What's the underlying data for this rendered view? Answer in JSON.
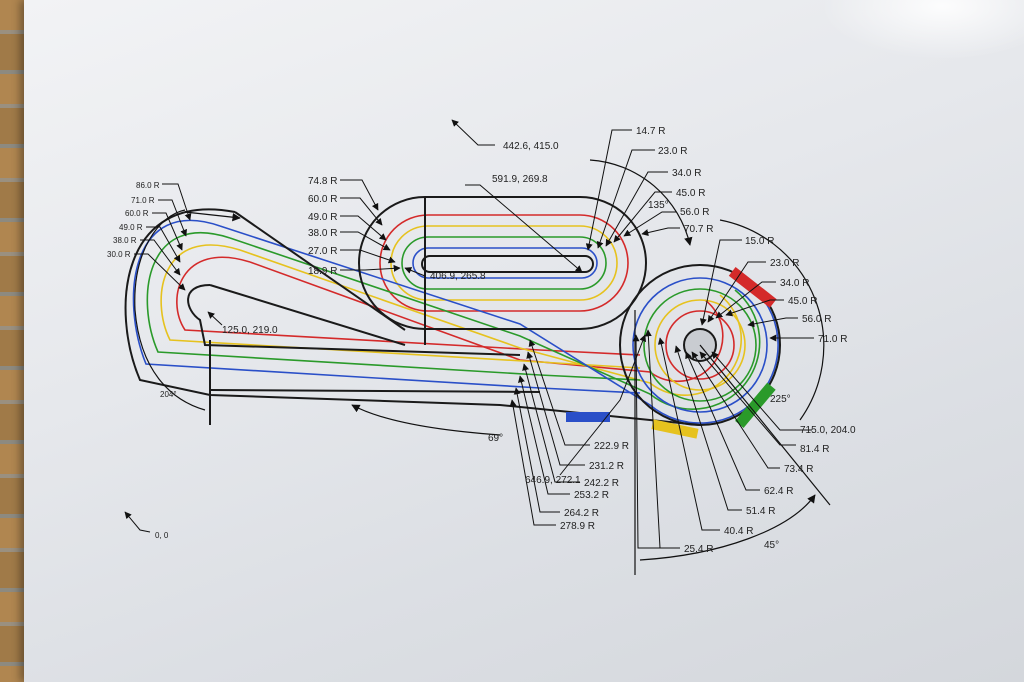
{
  "labels": {
    "c442": "442.6, 415.0",
    "c591": "591.9, 269.8",
    "c406": "406.9, 265.8",
    "c125": "125.0, 219.0",
    "c715": "715.0, 204.0",
    "c646": "646.9, 272.1",
    "origin": "0, 0",
    "r14_7": "14.7 R",
    "r23a": "23.0 R",
    "r34a": "34.0 R",
    "r45a": "45.0 R",
    "r56a": "56.0 R",
    "r70_7": "70.7 R",
    "a135": "135°",
    "r15": "15.0 R",
    "r23b": "23.0 R",
    "r34b": "34.0 R",
    "r45b": "45.0 R",
    "r56b": "56.0 R",
    "r71b": "71.0 R",
    "a225": "225°",
    "r81_4": "81.4 R",
    "r73_4": "73.4 R",
    "r62_4": "62.4 R",
    "r51_4": "51.4 R",
    "r40_4": "40.4 R",
    "r25_4": "25.4 R",
    "a45": "45°",
    "r222_9": "222.9 R",
    "r231_2": "231.2 R",
    "r242_2": "242.2 R",
    "r253_2": "253.2 R",
    "r264_2": "264.2 R",
    "r278_9": "278.9 R",
    "a69": "69°",
    "a204": "204°",
    "r74_8": "74.8 R",
    "r60a": "60.0 R",
    "r49a": "49.0 R",
    "r38a": "38.0 R",
    "r27a": "27.0 R",
    "r18_9": "18.9 R",
    "r86": "86.0 R",
    "r71a": "71.0 R",
    "r60b": "60.0 R",
    "r49b": "49.0 R",
    "r38b": "38.0 R",
    "r30": "30.0 R"
  },
  "colors": {
    "lane_red": "#d42a2a",
    "lane_yellow": "#e6c21e",
    "lane_green": "#2a9a2a",
    "lane_blue": "#2a4fc8",
    "outline": "#1a1a1a"
  }
}
